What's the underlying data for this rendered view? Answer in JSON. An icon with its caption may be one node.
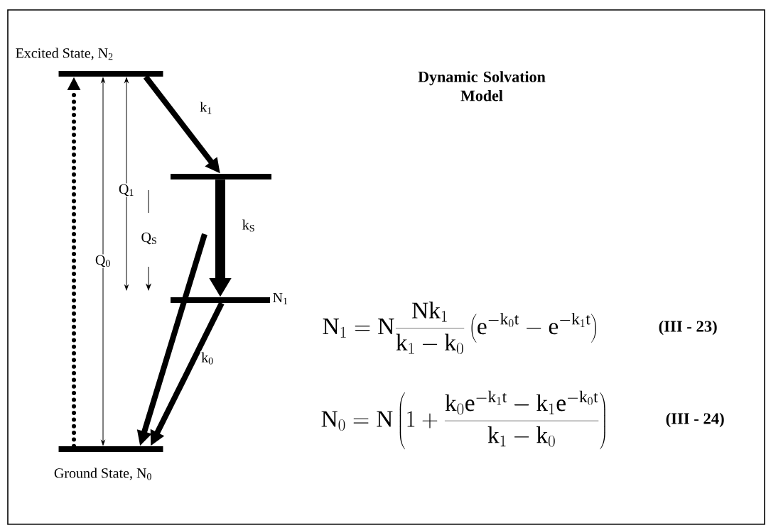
{
  "diagram": {
    "title": "Dynamic Solvation Model",
    "nodes": [
      {
        "text": [
          "Excited State, N$_{2}$"
        ]
      },
      {
        "text": [],
        "shape": "bar"
      },
      {
        "text": [
          "N$_{1}$"
        ]
      },
      {
        "text": [
          "Ground State, N$_{0}$"
        ]
      }
    ],
    "edges": [
      {
        "from": 3,
        "to": 0,
        "arrow": "to",
        "style": "dashed"
      },
      {
        "from": 0,
        "to": 3,
        "arrow": "both",
        "label": "Q$_{0}$"
      },
      {
        "from": 0,
        "to": null,
        "arrow": "both",
        "label": "Q$_{1}$"
      },
      {
        "from": 0,
        "to": 1,
        "arrow": "to",
        "label": "k$_{1}$"
      },
      {
        "from": 1,
        "to": 2,
        "arrow": "to",
        "label": "k$_{S}$"
      },
      {
        "from": null,
        "to": 3,
        "arrow": "to"
      },
      {
        "from": 2,
        "to": 3,
        "arrow": "to",
        "label": "k$_{0}$"
      }
    ],
    "labels": [
      "Q$_{S}$",
      "\\mathrm{N}_{1}=\\mathrm{N}\\frac{\\mathrm{Nk}_{1}}{\\mathrm{k}_{1}-\\mathrm{k}_{0}}\\left(\\mathrm{e}^{-\\mathrm{k}_{0}\\mathrm{t}}-\\mathrm{e}^{-\\mathrm{k}_{1}\\mathrm{t}}\\right)",
      "(III - 23)",
      "\\mathrm{N}_{0}=\\mathrm{N}\\left(1+\\frac{\\mathrm{k}_{0}\\mathrm{e}^{-\\mathrm{k}_{1}\\mathrm{t}}-\\mathrm{k}_{1}\\mathrm{e}^{-\\mathrm{k}_{0}\\mathrm{t}}}{\\mathrm{k}_{1}-\\mathrm{k}_{0}}\\right)",
      "(III - 24)"
    ]
  }
}
